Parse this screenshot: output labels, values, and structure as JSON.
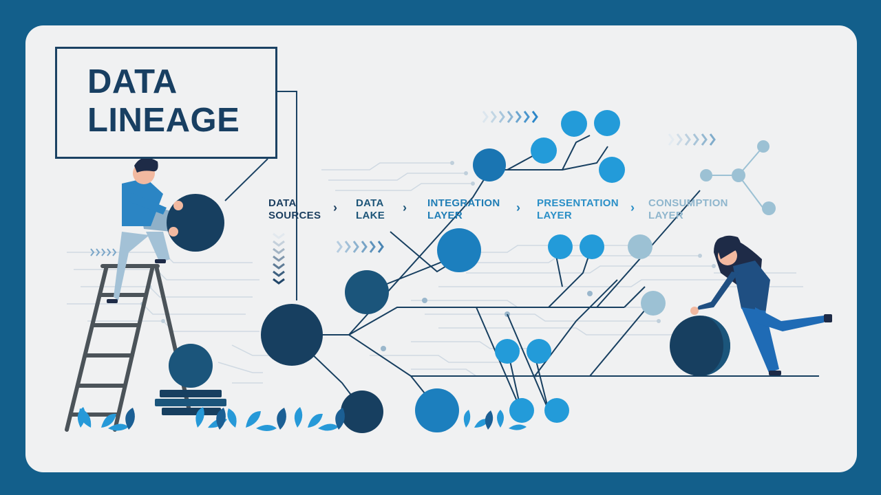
{
  "title": {
    "line1": "DATA",
    "line2": "LINEAGE"
  },
  "stages": [
    {
      "line1": "DATA",
      "line2": "SOURCES",
      "color": "#1c3f60"
    },
    {
      "line1": "DATA",
      "line2": "LAKE",
      "color": "#1d5578"
    },
    {
      "line1": "INTEGRATION",
      "line2": "LAYER",
      "color": "#1f7db5"
    },
    {
      "line1": "PRESENTATION",
      "line2": "LAYER",
      "color": "#2a8fc7"
    },
    {
      "line1": "CONSUMPTION",
      "line2": "LAYER",
      "color": "#8fb6cd"
    }
  ],
  "stage_separator": "›",
  "colors": {
    "frame": "#135f8b",
    "navy": "#173f60",
    "blue": "#1f86c6",
    "sky": "#2aa3e0",
    "pale": "#9cc1d4"
  }
}
